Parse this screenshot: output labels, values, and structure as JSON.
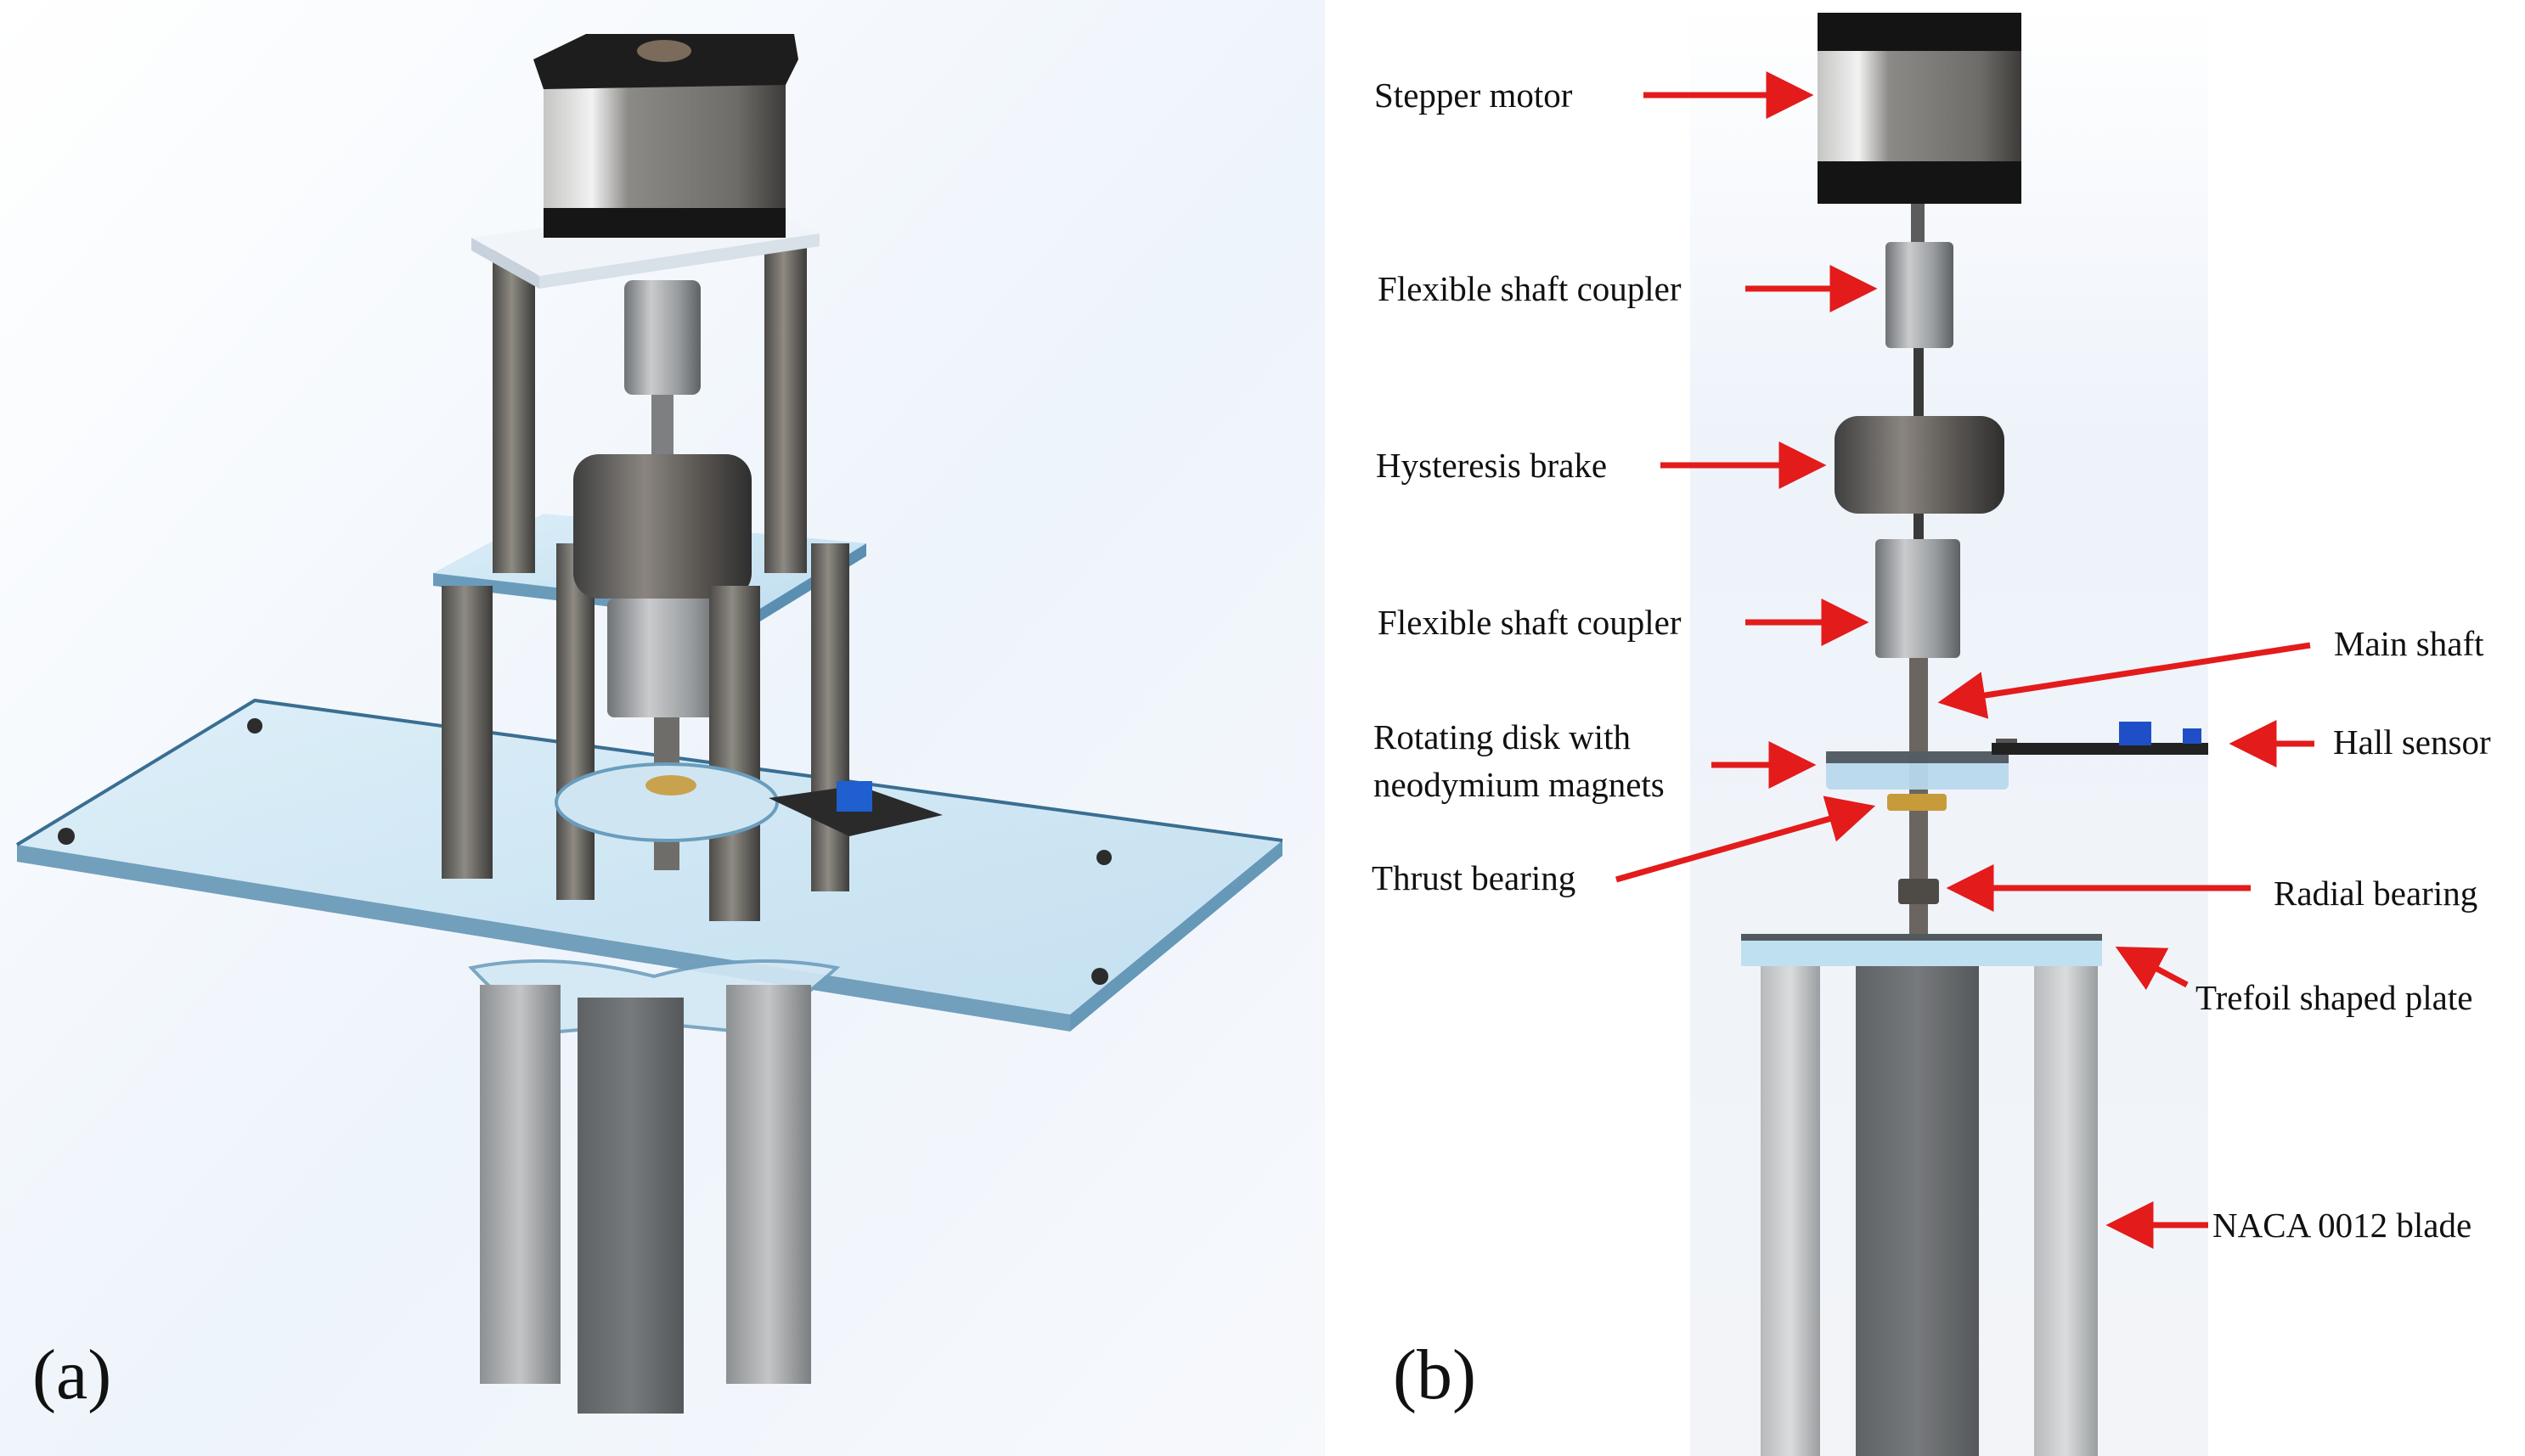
{
  "panels": {
    "a": "(a)",
    "b": "(b)"
  },
  "labels": {
    "stepper_motor": "Stepper motor",
    "coupler_top": "Flexible shaft coupler",
    "hysteresis_brake": "Hysteresis brake",
    "coupler_bottom": "Flexible shaft coupler",
    "main_shaft": "Main shaft",
    "rotating_disk_line1": "Rotating disk with",
    "rotating_disk_line2": "neodymium magnets",
    "hall_sensor": "Hall sensor",
    "thrust_bearing": "Thrust bearing",
    "radial_bearing": "Radial bearing",
    "trefoil_plate": "Trefoil shaped plate",
    "blade": "NACA 0012 blade"
  },
  "colors": {
    "arrow": "#e31b1b",
    "acrylic": "#b9dff0",
    "aluminium": "#a9acae",
    "motor_black": "#1c1c1c"
  }
}
